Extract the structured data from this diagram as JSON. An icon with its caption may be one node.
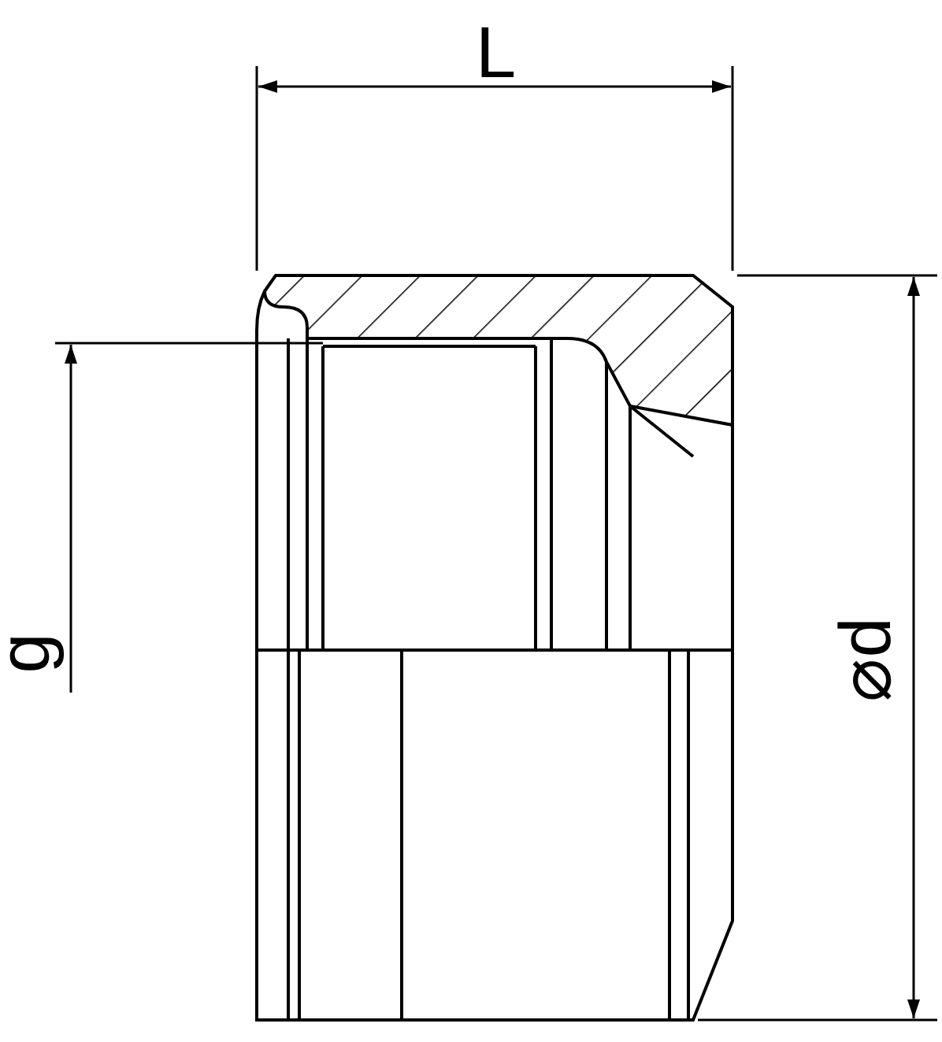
{
  "diagram": {
    "labels": [
      "L",
      "g",
      "⌀d"
    ]
  }
}
